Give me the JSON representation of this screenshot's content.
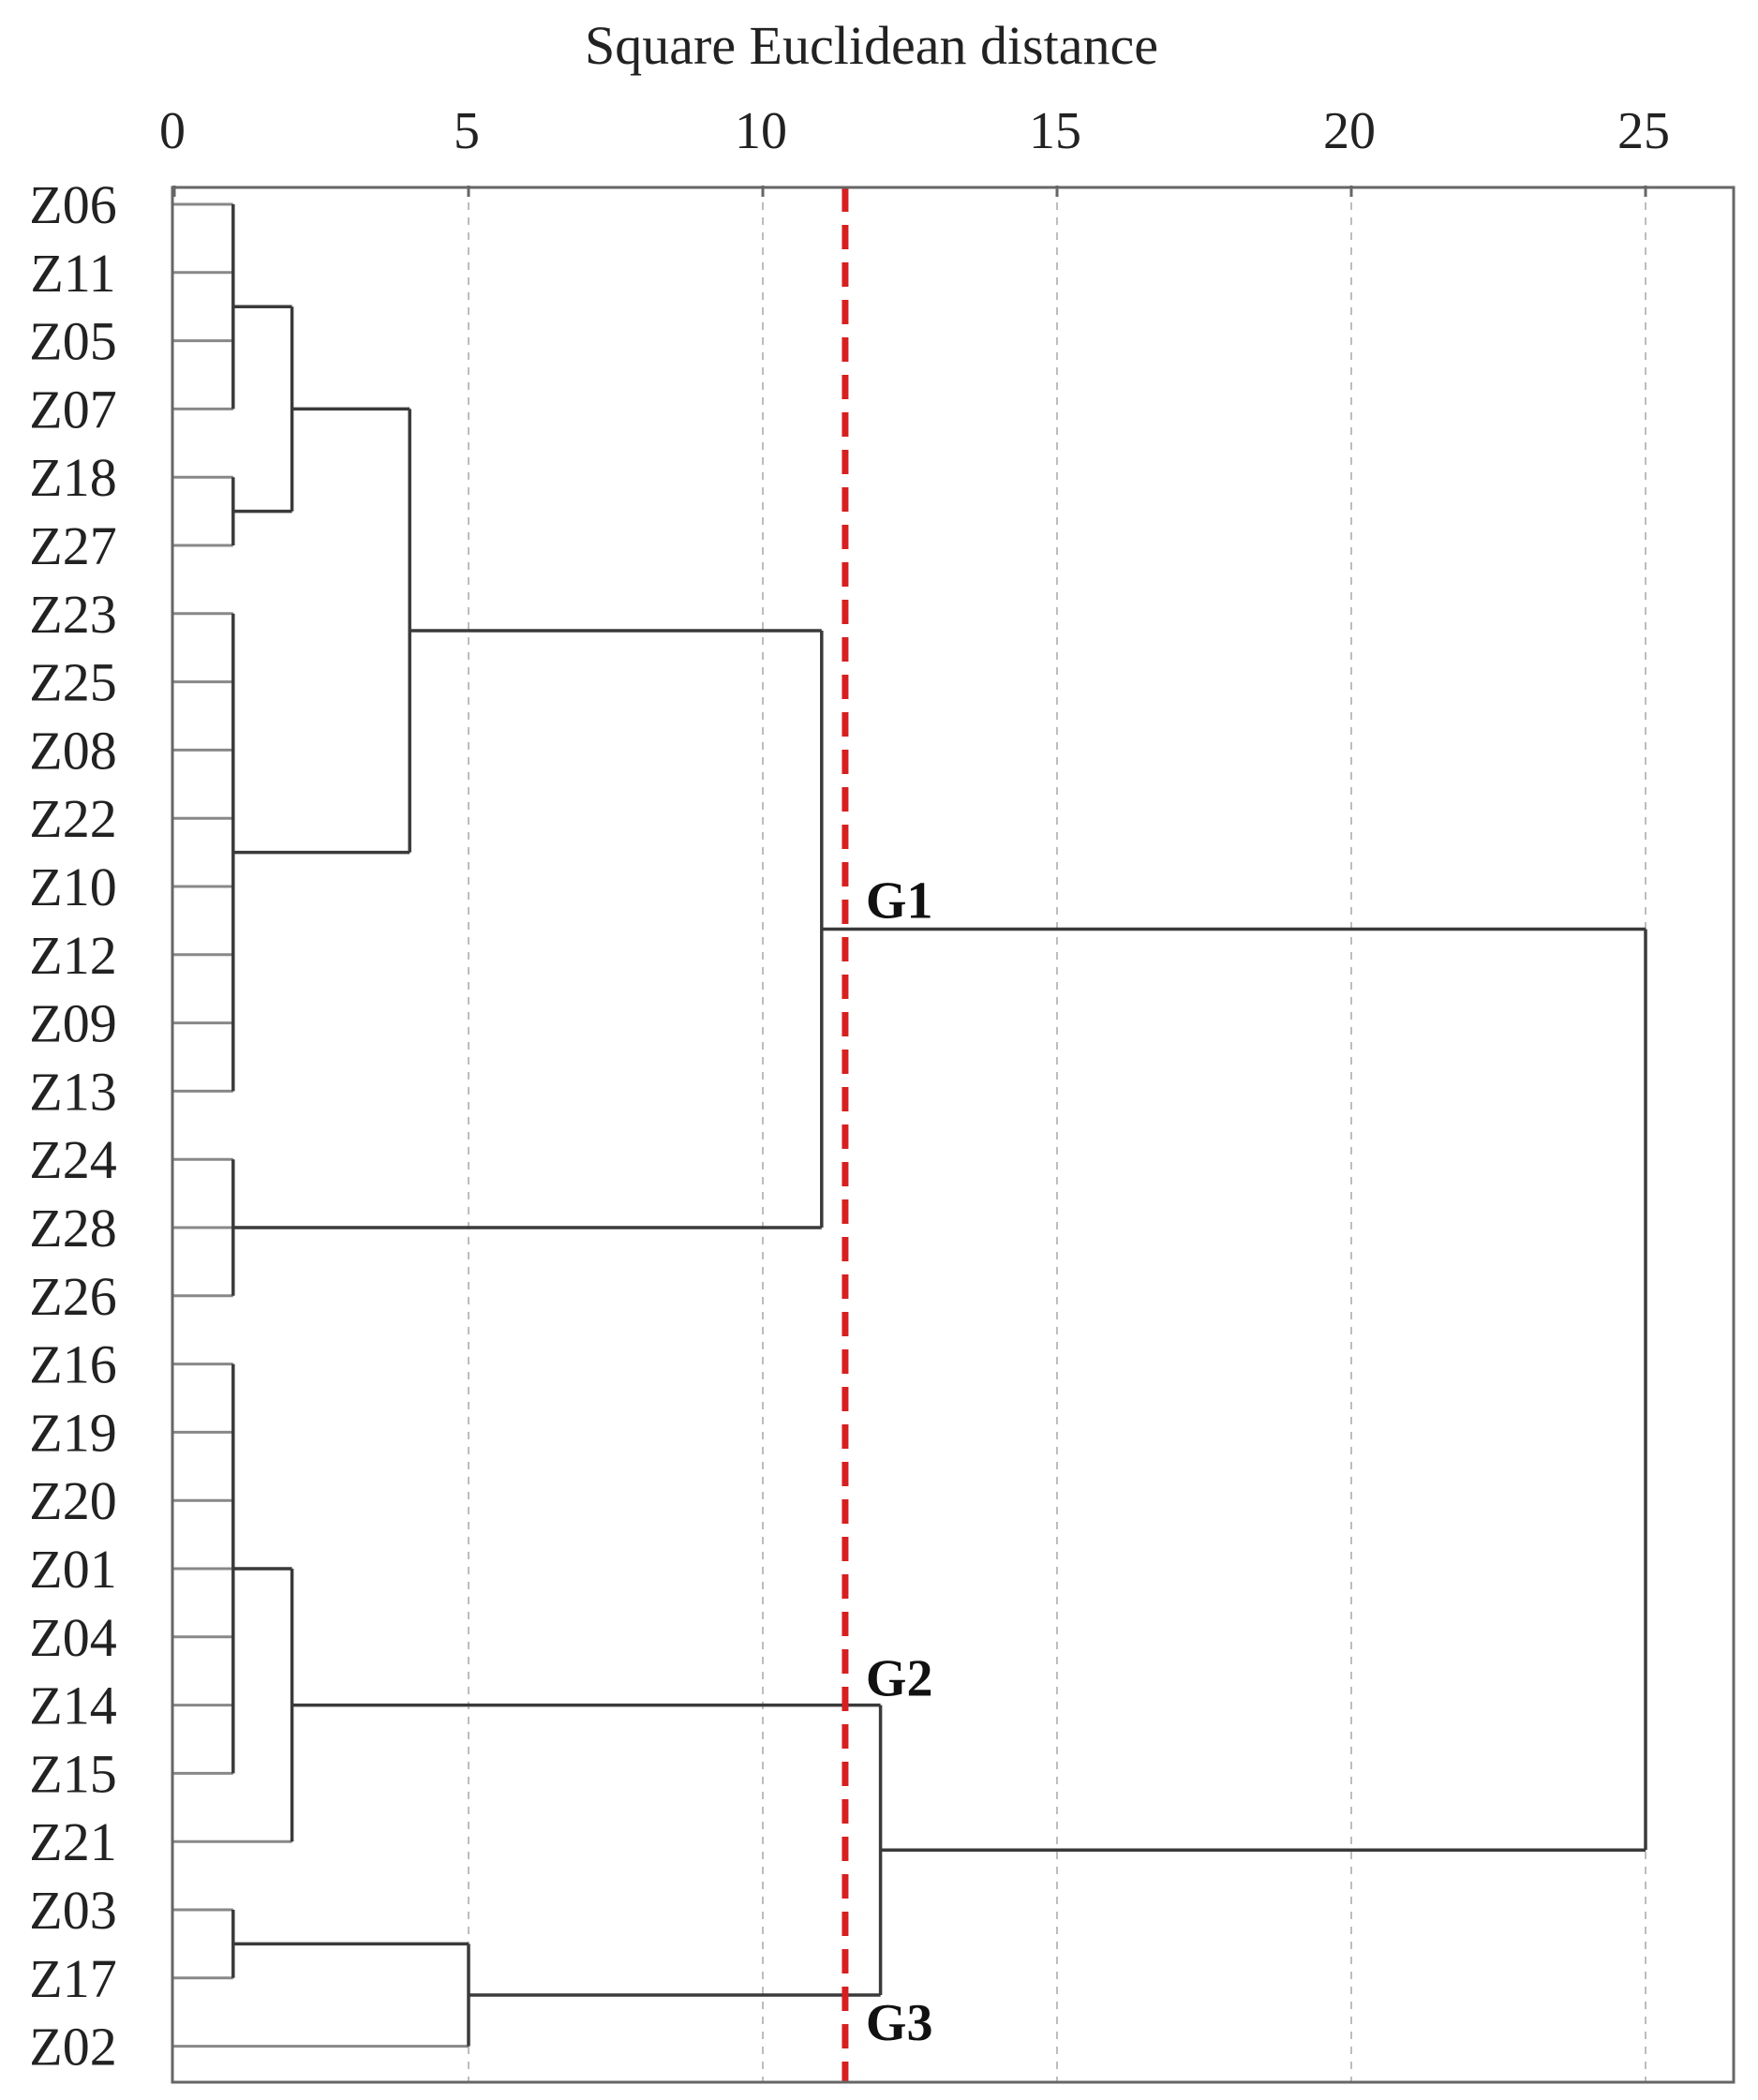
{
  "chart_data": {
    "type": "dendrogram",
    "xlabel": "Square Euclidean distance",
    "xlim": [
      0,
      26.3
    ],
    "xticks": [
      0,
      5,
      10,
      15,
      20,
      25
    ],
    "grid": true,
    "leaves": [
      "Z06",
      "Z11",
      "Z05",
      "Z07",
      "Z18",
      "Z27",
      "Z23",
      "Z25",
      "Z08",
      "Z22",
      "Z10",
      "Z12",
      "Z09",
      "Z13",
      "Z24",
      "Z28",
      "Z26",
      "Z16",
      "Z19",
      "Z20",
      "Z01",
      "Z04",
      "Z14",
      "Z15",
      "Z21",
      "Z03",
      "Z17",
      "Z02"
    ],
    "merges": [
      {
        "id": "c1",
        "children": [
          "Z06",
          "Z11",
          "Z05",
          "Z07"
        ],
        "height": 1.0
      },
      {
        "id": "c2",
        "children": [
          "Z18",
          "Z27"
        ],
        "height": 1.0
      },
      {
        "id": "c3",
        "children": [
          "c1",
          "c2"
        ],
        "height": 2.0
      },
      {
        "id": "c4",
        "children": [
          "Z23",
          "Z25",
          "Z08",
          "Z22",
          "Z10",
          "Z12",
          "Z09",
          "Z13"
        ],
        "height": 1.0
      },
      {
        "id": "c5",
        "children": [
          "c3",
          "c4"
        ],
        "height": 4.0
      },
      {
        "id": "c6",
        "children": [
          "Z24",
          "Z28",
          "Z26"
        ],
        "height": 1.0
      },
      {
        "id": "c7",
        "children": [
          "c5",
          "c6"
        ],
        "height": 11.0
      },
      {
        "id": "c8",
        "children": [
          "Z16",
          "Z19",
          "Z20",
          "Z01",
          "Z04",
          "Z14",
          "Z15"
        ],
        "height": 1.0
      },
      {
        "id": "c9",
        "children": [
          "c8",
          "Z21"
        ],
        "height": 2.0
      },
      {
        "id": "c10",
        "children": [
          "Z03",
          "Z17"
        ],
        "height": 1.0
      },
      {
        "id": "c11",
        "children": [
          "c10",
          "Z02"
        ],
        "height": 5.0
      },
      {
        "id": "c12",
        "children": [
          "c9",
          "c11"
        ],
        "height": 12.0
      },
      {
        "id": "c13",
        "children": [
          "c7",
          "c12"
        ],
        "height": 25.0
      }
    ],
    "cut_line": {
      "x": 11.4,
      "color": "#d62020",
      "style": "dashed"
    },
    "group_labels": [
      {
        "text": "G1",
        "anchor": "c7"
      },
      {
        "text": "G2",
        "anchor": "c9"
      },
      {
        "text": "G3",
        "anchor": "c11"
      }
    ]
  }
}
